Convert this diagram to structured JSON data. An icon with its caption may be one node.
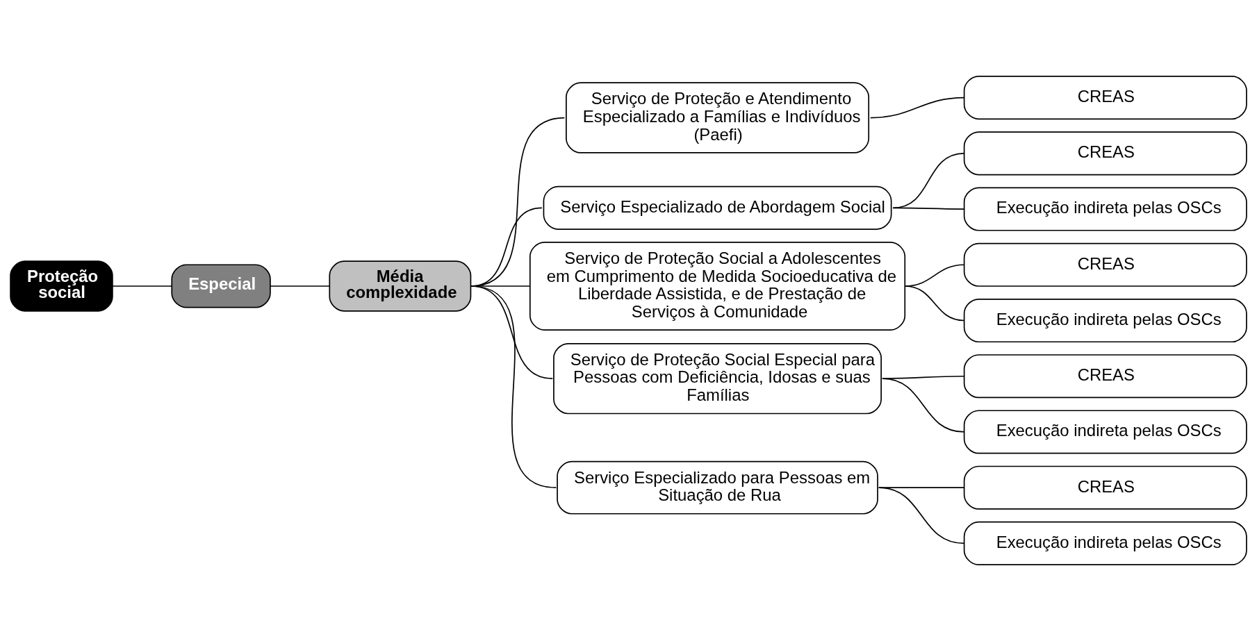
{
  "diagram": {
    "nodes": [
      {
        "text": [
          "Proteção social"
        ]
      },
      {
        "text": [
          "Especial"
        ]
      },
      {
        "text": [
          "Média complexidade"
        ]
      },
      {
        "text": [
          "Serviço de Proteção e Atendimento Especializado a Famílias e Indivíduos (Paefi)"
        ]
      },
      {
        "text": [
          "CREAS"
        ]
      },
      {
        "text": [
          "Serviço Especializado de Abordagem Social"
        ]
      },
      {
        "text": [
          "CREAS"
        ]
      },
      {
        "text": [
          "Execução indireta pelas OSCs"
        ]
      },
      {
        "text": [
          "Serviço de Proteção Social a Adolescentes em Cumprimento de Medida Socioeducativa de Liberdade Assistida, e de Prestação de Serviços à Comunidade"
        ]
      },
      {
        "text": [
          "CREAS"
        ]
      },
      {
        "text": [
          "Execução indireta pelas OSCs"
        ]
      },
      {
        "text": [
          "Serviço de Proteção Social Especial para Pessoas com Deficiência, Idosas e suas Famílias"
        ]
      },
      {
        "text": [
          "CREAS"
        ]
      },
      {
        "text": [
          "Execução indireta pelas OSCs"
        ]
      },
      {
        "text": [
          "Serviço Especializado para Pessoas em Situação de Rua"
        ]
      },
      {
        "text": [
          "CREAS"
        ]
      },
      {
        "text": [
          "Execução indireta pelas OSCs"
        ]
      }
    ],
    "edges": [
      {
        "from": 0,
        "to": 1,
        "arrow": "none"
      },
      {
        "from": 1,
        "to": 2,
        "arrow": "none"
      },
      {
        "from": 2,
        "to": 3,
        "arrow": "none"
      },
      {
        "from": 2,
        "to": 5,
        "arrow": "none"
      },
      {
        "from": 2,
        "to": 8,
        "arrow": "none"
      },
      {
        "from": 2,
        "to": 11,
        "arrow": "none"
      },
      {
        "from": 2,
        "to": 14,
        "arrow": "none"
      },
      {
        "from": 3,
        "to": 4,
        "arrow": "none"
      },
      {
        "from": 5,
        "to": 6,
        "arrow": "none"
      },
      {
        "from": 5,
        "to": 7,
        "arrow": "none"
      },
      {
        "from": 8,
        "to": 9,
        "arrow": "none"
      },
      {
        "from": 8,
        "to": 10,
        "arrow": "none"
      },
      {
        "from": 11,
        "to": 12,
        "arrow": "none"
      },
      {
        "from": 11,
        "to": 13,
        "arrow": "none"
      },
      {
        "from": 14,
        "to": 15,
        "arrow": "none"
      },
      {
        "from": 14,
        "to": 16,
        "arrow": "none"
      }
    ]
  }
}
